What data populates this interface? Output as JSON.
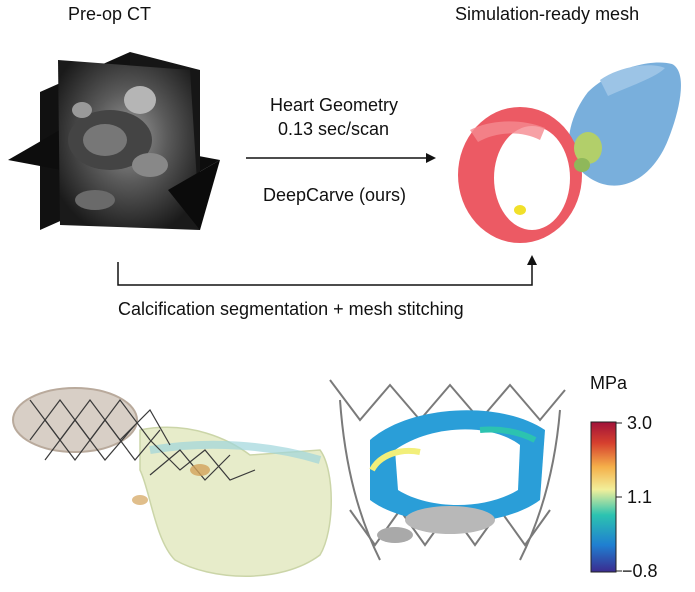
{
  "top": {
    "left_title": "Pre-op CT",
    "right_title": "Simulation-ready mesh",
    "arrow_label_line1": "Heart Geometry",
    "arrow_label_line2": "0.13 sec/scan",
    "arrow_label_method": "DeepCarve (ours)",
    "bottom_path_label": "Calcification segmentation + mesh stitching"
  },
  "colorbar": {
    "unit": "MPa",
    "max_label": "3.0",
    "mid_label": "1.1",
    "min_label": "−0.8",
    "max": 3.0,
    "mid": 1.1,
    "min": -0.8,
    "colors": [
      "#3b2b8f",
      "#1f7fd1",
      "#2cc3b0",
      "#f2ef9a",
      "#f5b04a",
      "#d6402e",
      "#a1123a"
    ]
  }
}
